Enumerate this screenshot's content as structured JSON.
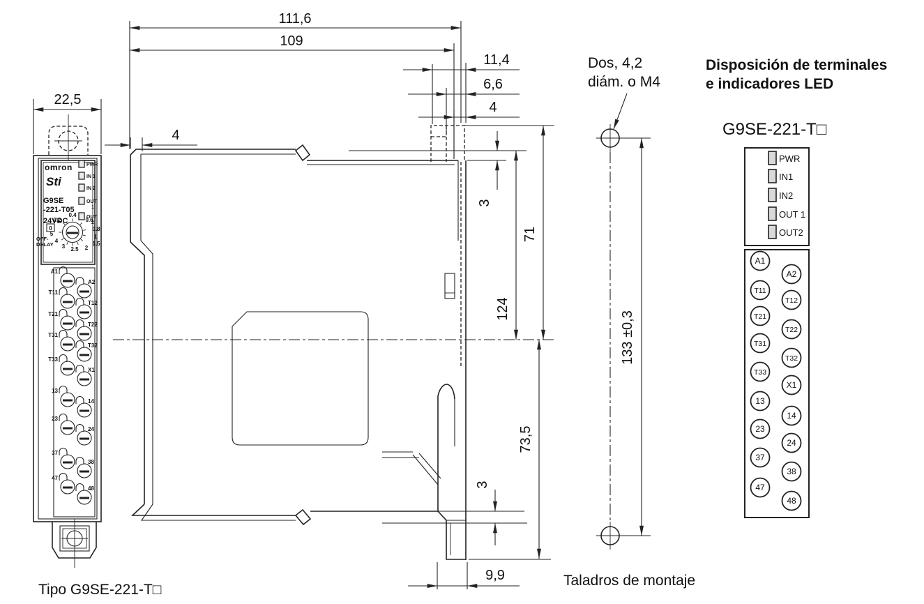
{
  "headings": {
    "terminal_heading_line1": "Disposición de terminales",
    "terminal_heading_line2": "e indicadores LED",
    "panel_model": "G9SE-221-T□",
    "front_caption": "Tipo G9SE-221-T□",
    "mounting_caption": "Taladros de montaje",
    "mounting_note_line1": "Dos, 4,2",
    "mounting_note_line2": "diám. o M4"
  },
  "dimensions": {
    "front_width": "22,5",
    "depth_overall": "111,6",
    "depth_body": "109",
    "hook_depth": "11,4",
    "hook_mid": "6,6",
    "hook_small": "4",
    "bezel_depth": "4",
    "top_offset": "3",
    "upper_height": "71",
    "body_height": "124",
    "lower_height": "73,5",
    "bottom_offset": "3",
    "foot_depth": "9,9",
    "hole_pitch": "133 ±0,3"
  },
  "front_view": {
    "brand": "omron",
    "logo": "Sti",
    "model_line1": "G9SE",
    "model_line2": "-221-T05",
    "voltage": "24VDC",
    "leds": [
      {
        "line1": "PWR",
        "line2": ""
      },
      {
        "line1": "IN 1",
        "line2": ""
      },
      {
        "line1": "IN 2",
        "line2": ""
      },
      {
        "line1": "OUT",
        "line2": "1"
      },
      {
        "line1": "OUT",
        "line2": "2"
      }
    ],
    "dial": {
      "values": [
        "0.2",
        "0.4",
        "0.6",
        "0.8",
        "1",
        "1.5",
        "2",
        "2.5",
        "3",
        "4",
        "5"
      ],
      "zero": "0",
      "caption_line1": "OFF-",
      "caption_line2": "DELAY"
    },
    "terminals_left": [
      "A1",
      "T11",
      "T21",
      "T31",
      "T33",
      "13",
      "23",
      "37",
      "47"
    ],
    "terminals_right": [
      "A2",
      "T12",
      "T22",
      "T32",
      "X1",
      "14",
      "24",
      "38",
      "48"
    ]
  },
  "terminal_panel": {
    "leds": [
      "PWR",
      "IN1",
      "IN2",
      "OUT 1",
      "OUT2"
    ],
    "terminals_left": [
      "A1",
      "T11",
      "T21",
      "T31",
      "T33",
      "13",
      "23",
      "37",
      "47"
    ],
    "terminals_right": [
      "A2",
      "T12",
      "T22",
      "T32",
      "X1",
      "14",
      "24",
      "38",
      "48"
    ]
  }
}
